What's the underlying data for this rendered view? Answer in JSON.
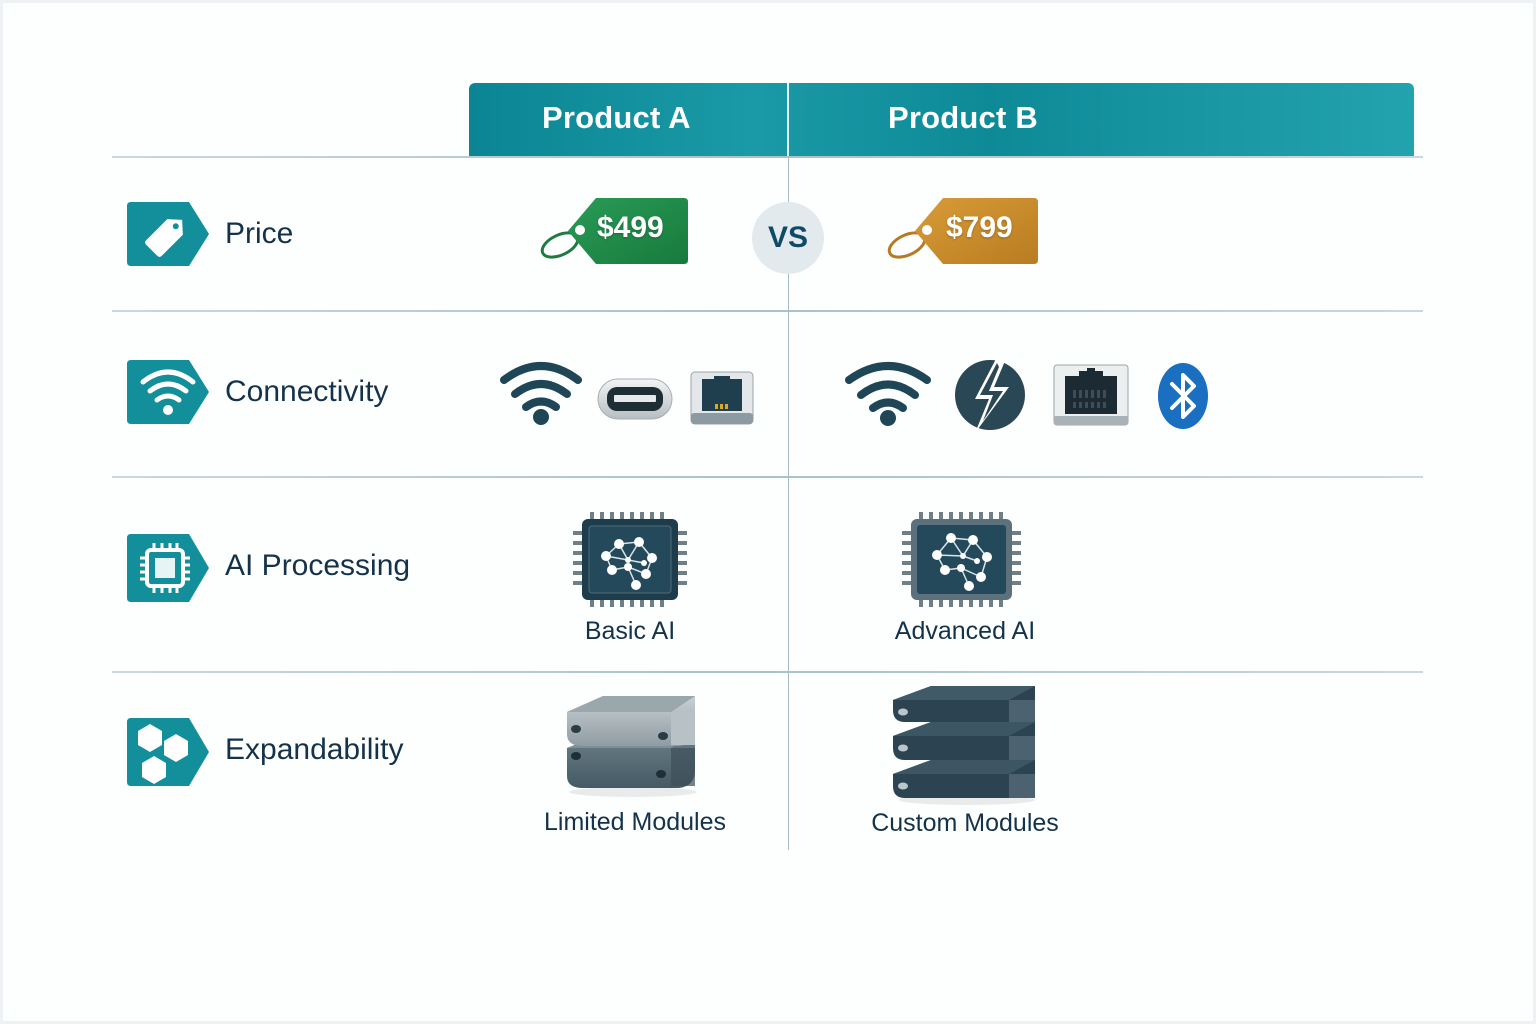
{
  "header": {
    "columns": [
      "Product A",
      "Product B"
    ]
  },
  "vs_label": "VS",
  "colors": {
    "header_teal": "#138f9c",
    "badge_teal": "#138f9c",
    "price_a": "#1f8a48",
    "price_b": "#c98a2a",
    "icon_dark": "#1f4657",
    "bluetooth": "#1a6fc0",
    "text_dark": "#14324a"
  },
  "rows": [
    {
      "label": "Price",
      "icon": "price-tag-icon",
      "product_a": {
        "value": "$499",
        "icon": "green-price-tag-icon"
      },
      "product_b": {
        "value": "$799",
        "icon": "gold-price-tag-icon"
      }
    },
    {
      "label": "Connectivity",
      "icon": "wifi-icon",
      "product_a": {
        "icons": [
          "wifi-icon",
          "usb-c-port-icon",
          "ethernet-port-icon"
        ]
      },
      "product_b": {
        "icons": [
          "wifi-icon",
          "thunderbolt-icon",
          "ethernet-port-icon",
          "bluetooth-icon"
        ]
      }
    },
    {
      "label": "AI Processing",
      "icon": "chip-icon",
      "product_a": {
        "caption": "Basic AI",
        "icon": "ai-chip-icon"
      },
      "product_b": {
        "caption": "Advanced AI",
        "icon": "ai-chip-icon"
      }
    },
    {
      "label": "Expandability",
      "icon": "hexagon-modules-icon",
      "product_a": {
        "caption": "Limited Modules",
        "icon": "two-module-stack-icon"
      },
      "product_b": {
        "caption": "Custom Modules",
        "icon": "three-module-stack-icon"
      }
    }
  ]
}
